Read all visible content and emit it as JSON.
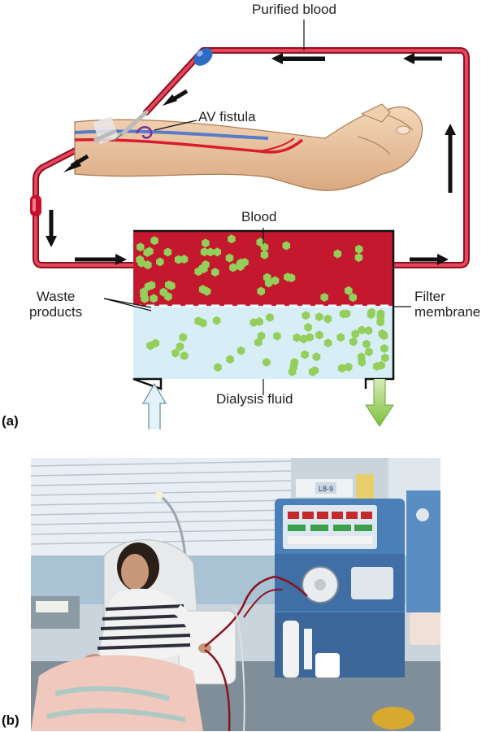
{
  "panel_a": {
    "label": "(a)",
    "labels": {
      "purified_blood": "Purified blood",
      "av_fistula": "AV fistula",
      "blood": "Blood",
      "waste_products": "Waste\nproducts",
      "filter_membrane": "Filter\nmembrane",
      "dialysis_fluid": "Dialysis fluid"
    }
  },
  "panel_b": {
    "label": "(b)",
    "machine_display": "L8-9"
  },
  "colors": {
    "tube": "#c8203a",
    "blood_chamber": "#c4182f",
    "fluid_chamber": "#d8eef7",
    "waste_particle": "#93cf5a",
    "skin": "#efc9a6",
    "arrow": "#111111",
    "outflow_arrow": "#8fcd4a",
    "inflow_arrow": "#e4f3fb",
    "machine_blue": "#4a7fb8"
  }
}
